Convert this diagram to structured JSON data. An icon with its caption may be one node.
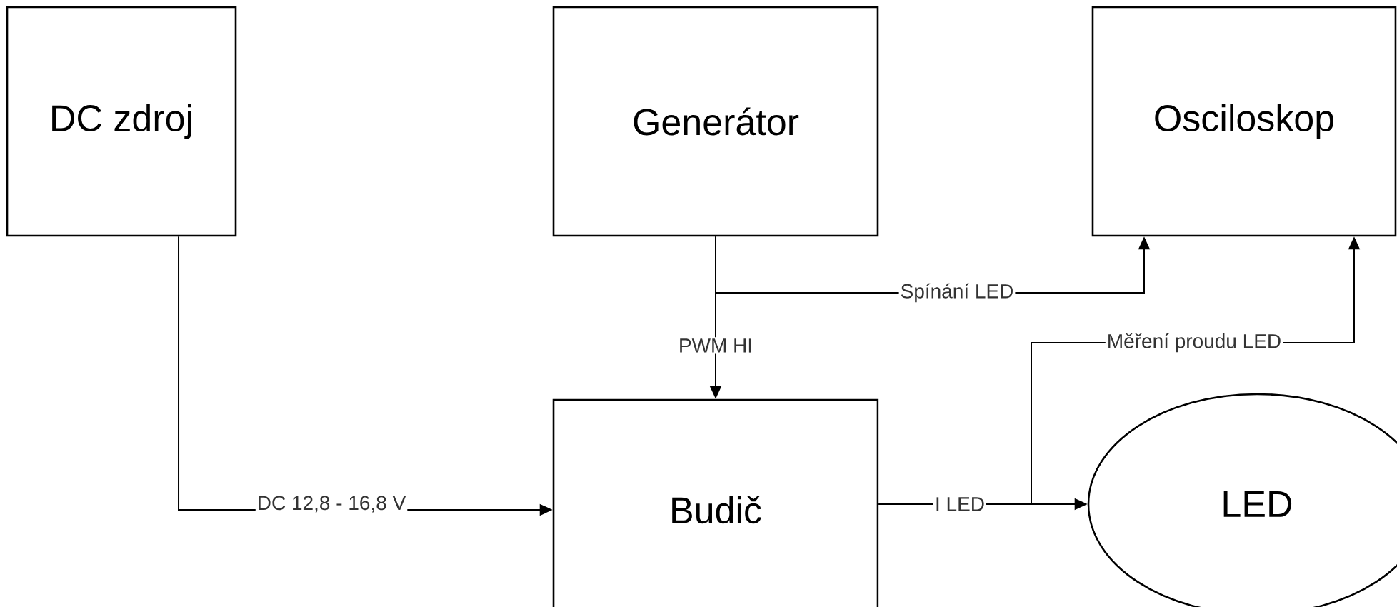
{
  "diagram": {
    "nodes": [
      {
        "text": [
          "DC zdroj"
        ]
      },
      {
        "text": [
          "Generátor"
        ]
      },
      {
        "text": [
          "Osciloskop"
        ]
      },
      {
        "text": [
          "Budič"
        ]
      },
      {
        "text": [
          "LED"
        ]
      }
    ],
    "edges": [
      {
        "from": 0,
        "to": 3,
        "arrow": "to",
        "label": "DC 12,8 - 16,8 V"
      },
      {
        "from": 1,
        "to": 3,
        "arrow": "to",
        "label": "PWM HI"
      },
      {
        "from": 1,
        "to": 2,
        "arrow": "to",
        "label": "Spínání LED"
      },
      {
        "from": 3,
        "to": 4,
        "arrow": "to",
        "label": "I LED"
      },
      {
        "from": 3,
        "to": 2,
        "arrow": "to",
        "label": "Měření proudu LED"
      }
    ]
  }
}
